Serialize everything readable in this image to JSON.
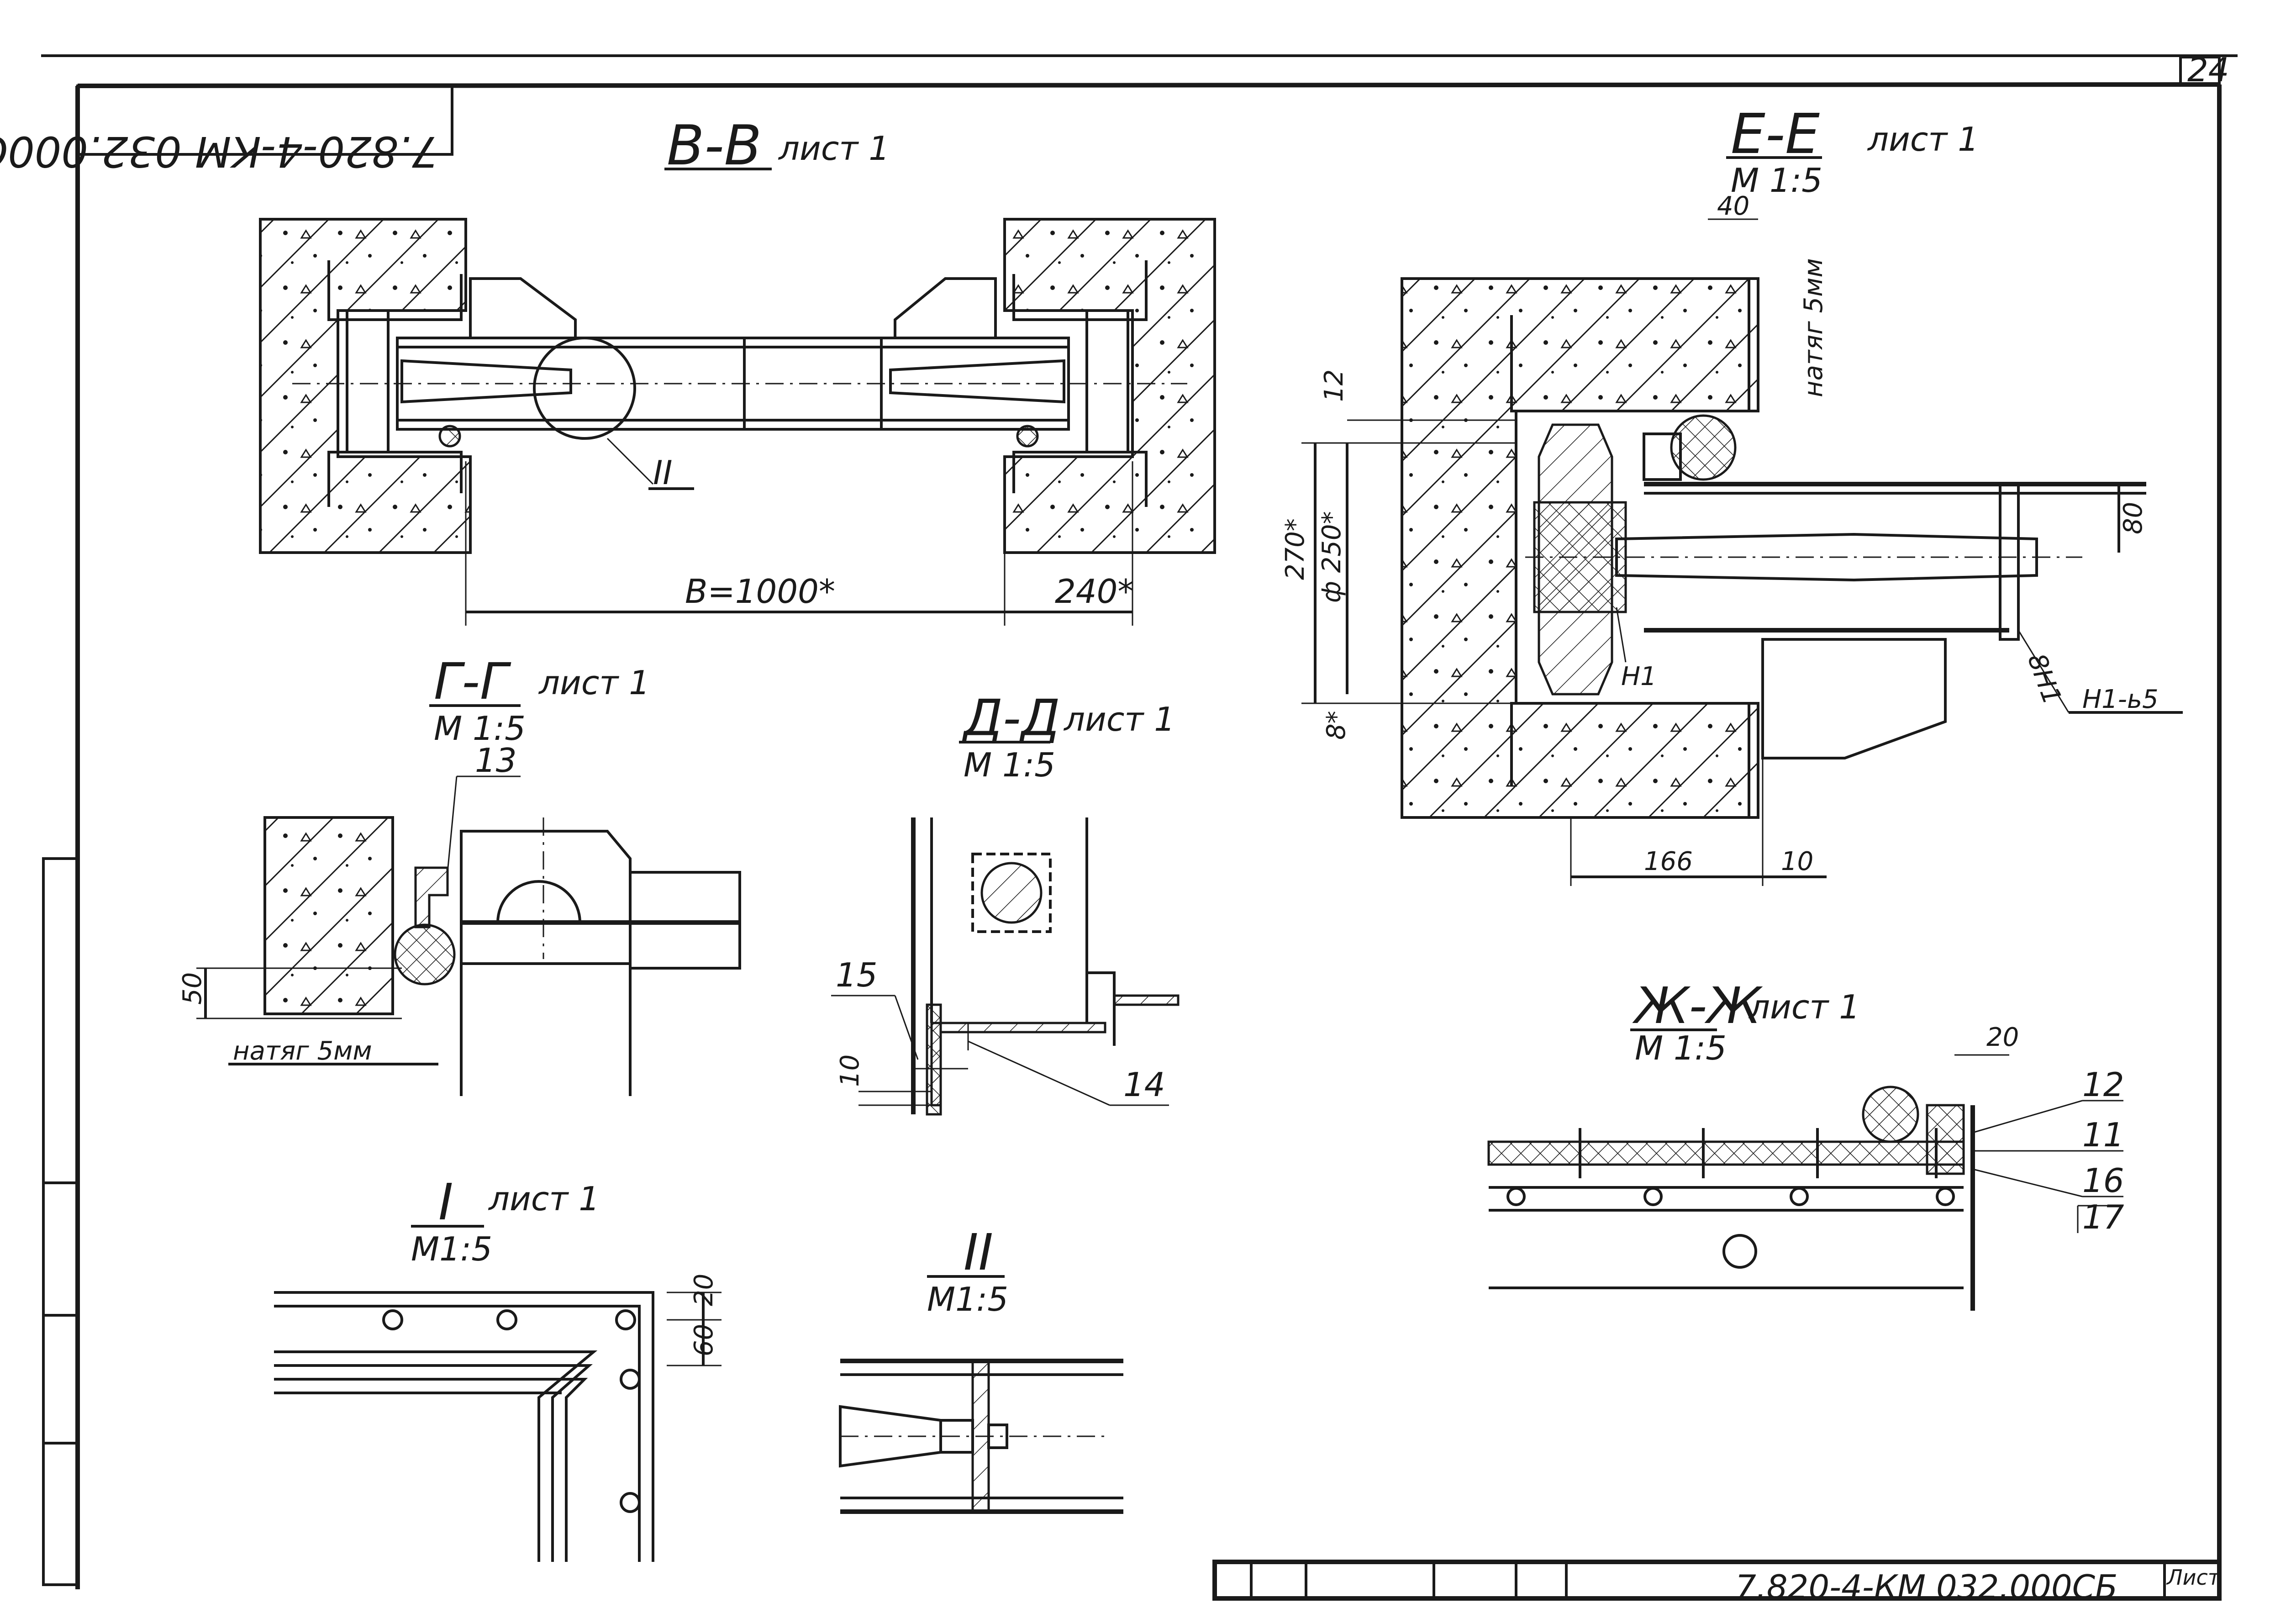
{
  "sheet": {
    "page_number": "24",
    "stamp_code": "7.820-4-КМ 032.000СБ",
    "bottom_code": "7.820-4-КМ 032.000СБ",
    "bottom_sheet_label": "Лист"
  },
  "views": {
    "bb": {
      "title": "В-В",
      "ref": "лист 1",
      "dim_width": "В=1000*",
      "dim_side": "240*",
      "callout": "II"
    },
    "ee": {
      "title": "Е-Е",
      "ref": "лист 1",
      "scale": "М 1:5",
      "dim_40": "40",
      "note": "натяг 5мм",
      "dim_12": "12",
      "dim_270": "270*",
      "dim_250": "ф 250*",
      "dim_8": "8*",
      "dim_80": "80",
      "dim_166": "166",
      "dim_10": "10",
      "weld_1": "Н1",
      "weld_2": "8Н1",
      "weld_3": "Н1-ь5"
    },
    "gg": {
      "title": "Г-Г",
      "ref": "лист 1",
      "scale": "М 1:5",
      "item_13": "13",
      "dim_50": "50",
      "note": "натяг 5мм"
    },
    "dd": {
      "title": "Д-Д",
      "ref": "лист 1",
      "scale": "М 1:5",
      "item_15": "15",
      "item_14": "14",
      "dim_10": "10"
    },
    "zhzh": {
      "title": "Ж-Ж",
      "ref": "лист 1",
      "scale": "М 1:5",
      "dim_20": "20",
      "item_12": "12",
      "item_11": "11",
      "item_16": "16",
      "item_17": "17"
    },
    "i": {
      "title": "I",
      "ref": "лист 1",
      "scale": "М1:5",
      "dim_20": "20",
      "dim_60": "60"
    },
    "ii": {
      "title": "II",
      "scale": "М1:5"
    }
  },
  "colors": {
    "ink": "#1a1a1a",
    "paper": "#ffffff"
  }
}
